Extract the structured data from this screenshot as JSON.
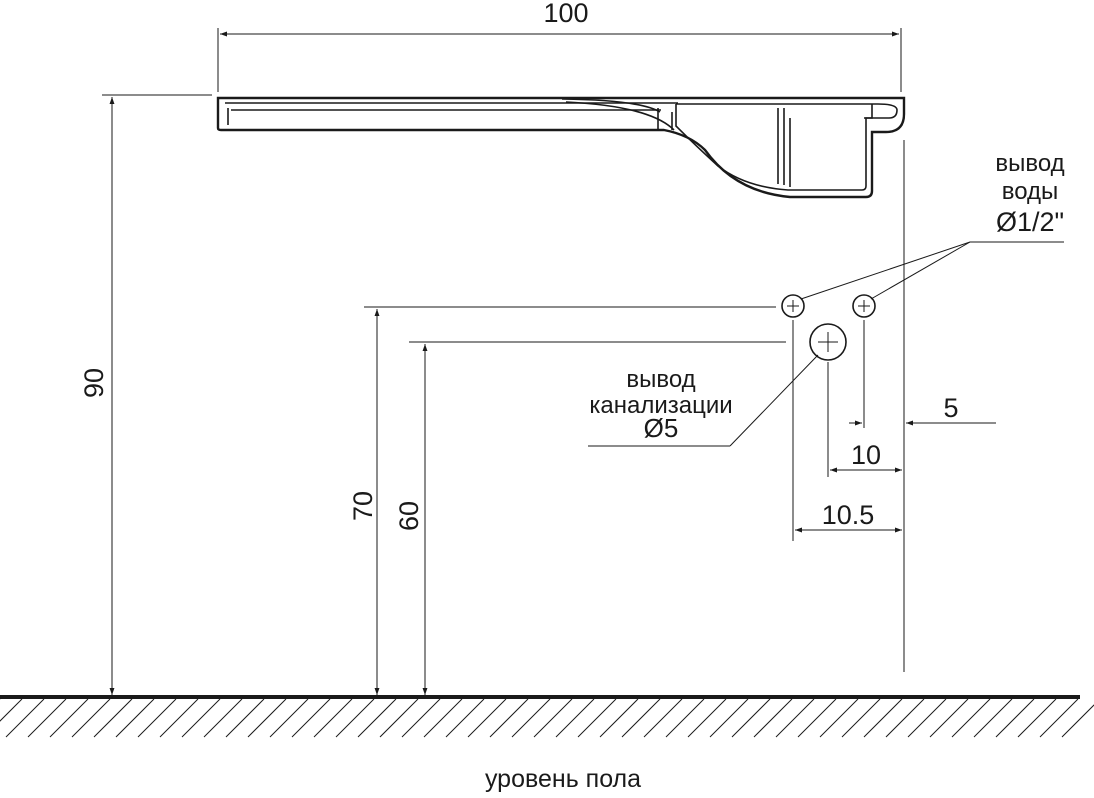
{
  "dimensions": {
    "width_total": "100",
    "height_basin": "90",
    "height_water": "70",
    "height_drain": "60",
    "offset_water_right": "5",
    "offset_drain_right": "10",
    "offset_water_left": "10.5"
  },
  "labels": {
    "water_outlet_line1": "вывод",
    "water_outlet_line2": "воды",
    "water_outlet_diameter": "Ø1/2\"",
    "drain_outlet_line1": "вывод",
    "drain_outlet_line2": "канализации",
    "drain_outlet_diameter": "Ø5",
    "floor_level": "уровень пола"
  }
}
